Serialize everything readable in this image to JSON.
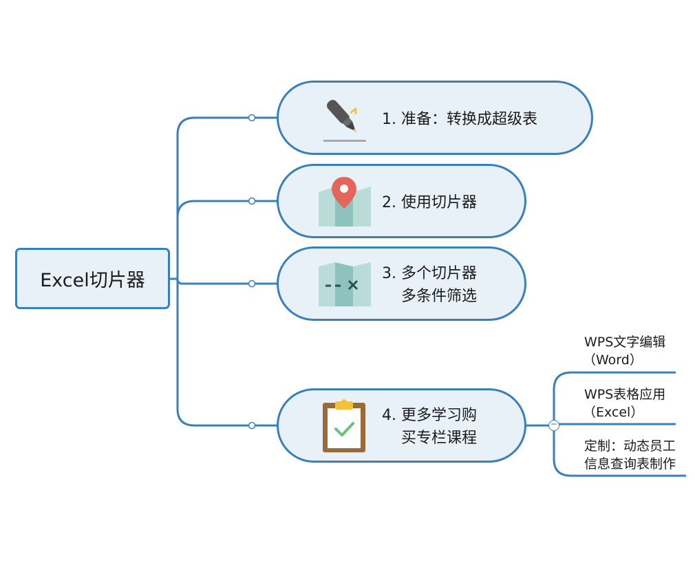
{
  "root": {
    "label": "Excel切片器"
  },
  "branches": [
    {
      "num": "1.",
      "line1": "准备：转换成超级表",
      "line2": "",
      "icon": "pen-icon"
    },
    {
      "num": "2.",
      "line1": "使用切片器",
      "line2": "",
      "icon": "map-pin-icon"
    },
    {
      "num": "3.",
      "line1": "多个切片器",
      "line2": "多条件筛选",
      "icon": "map-cross-icon"
    },
    {
      "num": "4.",
      "line1": "更多学习购",
      "line2": "买专栏课程",
      "icon": "clipboard-check-icon"
    }
  ],
  "subtopics": [
    {
      "line1": "WPS文字编辑",
      "line2": "（Word）"
    },
    {
      "line1": "WPS表格应用",
      "line2": "（Excel）"
    },
    {
      "line1": "定制：动态员工",
      "line2": "信息查询表制作"
    }
  ],
  "collapse_symbol": "−",
  "colors": {
    "line": "#3a7fb9",
    "node_fill": "#e9f1f8"
  }
}
